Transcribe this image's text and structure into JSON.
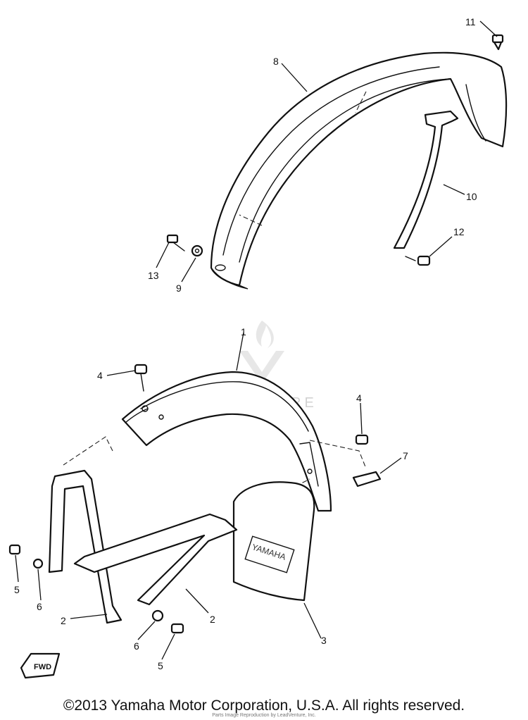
{
  "diagram": {
    "callouts": [
      "11",
      "8",
      "10",
      "12",
      "13",
      "9",
      "1",
      "4",
      "4",
      "7",
      "5",
      "6",
      "2",
      "2",
      "3",
      "6",
      "5"
    ],
    "watermark": "LEADVENTURE",
    "fwd_label": "FWD"
  },
  "footer": {
    "copyright": "©2013 Yamaha Motor Corporation, U.S.A. All rights reserved.",
    "fine_print": "Parts Image Reproduction by LeadVenture, Inc."
  }
}
